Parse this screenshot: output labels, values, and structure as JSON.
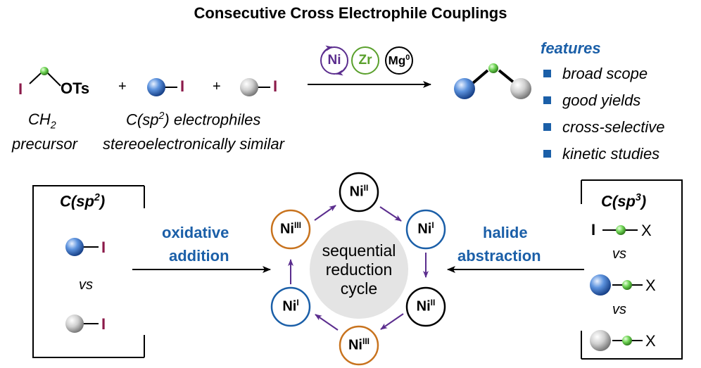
{
  "title": "Consecutive Cross Electrophile Couplings",
  "reaction": {
    "reagent1_leaving_left": "I",
    "reagent1_leaving_right": "OTs",
    "reagent1_caption_line1": "CH",
    "reagent1_caption_sub": "2",
    "reagent1_caption_line2": "precursor",
    "plus": "+",
    "reagent2_halide": "I",
    "reagent3_halide": "I",
    "electrophiles_caption_pre": "C(sp",
    "electrophiles_caption_sup": "2",
    "electrophiles_caption_post": ") electrophiles",
    "electrophiles_caption_line2": "stereoelectronically similar",
    "catalysts": [
      {
        "label": "Ni",
        "sup": "",
        "color": "#5b2d8e"
      },
      {
        "label": "Zr",
        "sup": "",
        "color": "#5aa02c"
      },
      {
        "label": "Mg",
        "sup": "0",
        "color": "#000000"
      }
    ]
  },
  "features": {
    "title": "features",
    "items": [
      "broad scope",
      "good yields",
      "cross-selective",
      "kinetic studies"
    ]
  },
  "left_box": {
    "label_pre": "C(sp",
    "label_sup": "2",
    "label_post": ")",
    "halide1": "I",
    "vs": "vs",
    "halide2": "I"
  },
  "right_box": {
    "label_pre": "C(sp",
    "label_sup": "3",
    "label_post": ")",
    "row1_left": "I",
    "row1_right": "X",
    "vs1": "vs",
    "row2_right": "X",
    "vs2": "vs",
    "row3_right": "X"
  },
  "arrows": {
    "left_line1": "oxidative",
    "left_line2": "addition",
    "right_line1": "halide",
    "right_line2": "abstraction"
  },
  "cycle": {
    "center_line1": "sequential",
    "center_line2": "reduction",
    "center_line3": "cycle",
    "nodes": [
      {
        "label": "Ni",
        "sup": "II",
        "color": "#000000"
      },
      {
        "label": "Ni",
        "sup": "I",
        "color": "#1b5fa8"
      },
      {
        "label": "Ni",
        "sup": "II",
        "color": "#000000"
      },
      {
        "label": "Ni",
        "sup": "III",
        "color": "#c8731e"
      },
      {
        "label": "Ni",
        "sup": "I",
        "color": "#1b5fa8"
      },
      {
        "label": "Ni",
        "sup": "III",
        "color": "#c8731e"
      }
    ]
  },
  "colors": {
    "accent_blue": "#1b5fa8",
    "iodide_maroon": "#8b1a4a",
    "cycle_arrow_purple": "#5b2d8e",
    "green_sphere": "#5cc24a",
    "blue_sphere": "#2f6fc4",
    "gray_sphere": "#b5b5b5"
  }
}
